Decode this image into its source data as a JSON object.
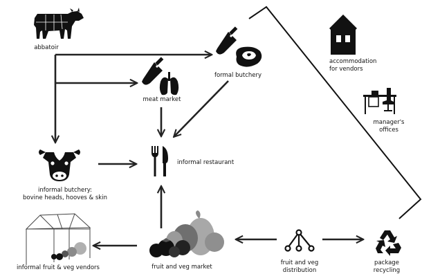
{
  "nodes": {
    "abbatoir": {
      "label": "abbatoir",
      "icon": "cow-icon"
    },
    "formal_butchery": {
      "label": "formal butchery",
      "icons": [
        "cleaver-icon",
        "steak-icon"
      ]
    },
    "meat_market": {
      "label": "meat market",
      "icons": [
        "cleaver-icon",
        "lungs-icon"
      ]
    },
    "informal_restaurant": {
      "label": "informal restaurant",
      "icon": "fork-knife-icon"
    },
    "informal_butchery": {
      "label_line1": "informal butchery:",
      "label_line2": "bovine heads, hooves & skin",
      "icon": "cow-head-icon"
    },
    "informal_fruit_veg_vendors": {
      "label": "informal fruit & veg vendors",
      "icon": "market-tent-icon"
    },
    "fruit_veg_market": {
      "label": "fruit and veg market",
      "icon": "vegetables-icon"
    },
    "fruit_veg_distribution": {
      "label_line1": "fruit and veg",
      "label_line2": "distribution",
      "icon": "distribution-network-icon"
    },
    "package_recycling": {
      "label_line1": "package",
      "label_line2": "recycling",
      "icon": "recycle-icon"
    },
    "accommodation": {
      "label_line1": "accommodation",
      "label_line2": "for vendors",
      "icon": "house-icon"
    },
    "managers_offices": {
      "label_line1": "manager's",
      "label_line2": "offices",
      "icon": "office-desk-icon"
    }
  },
  "colors": {
    "ink": "#111111",
    "gray_dark": "#6f6f6f",
    "gray_mid": "#8a8a8a",
    "gray_light": "#a8a8a8"
  }
}
